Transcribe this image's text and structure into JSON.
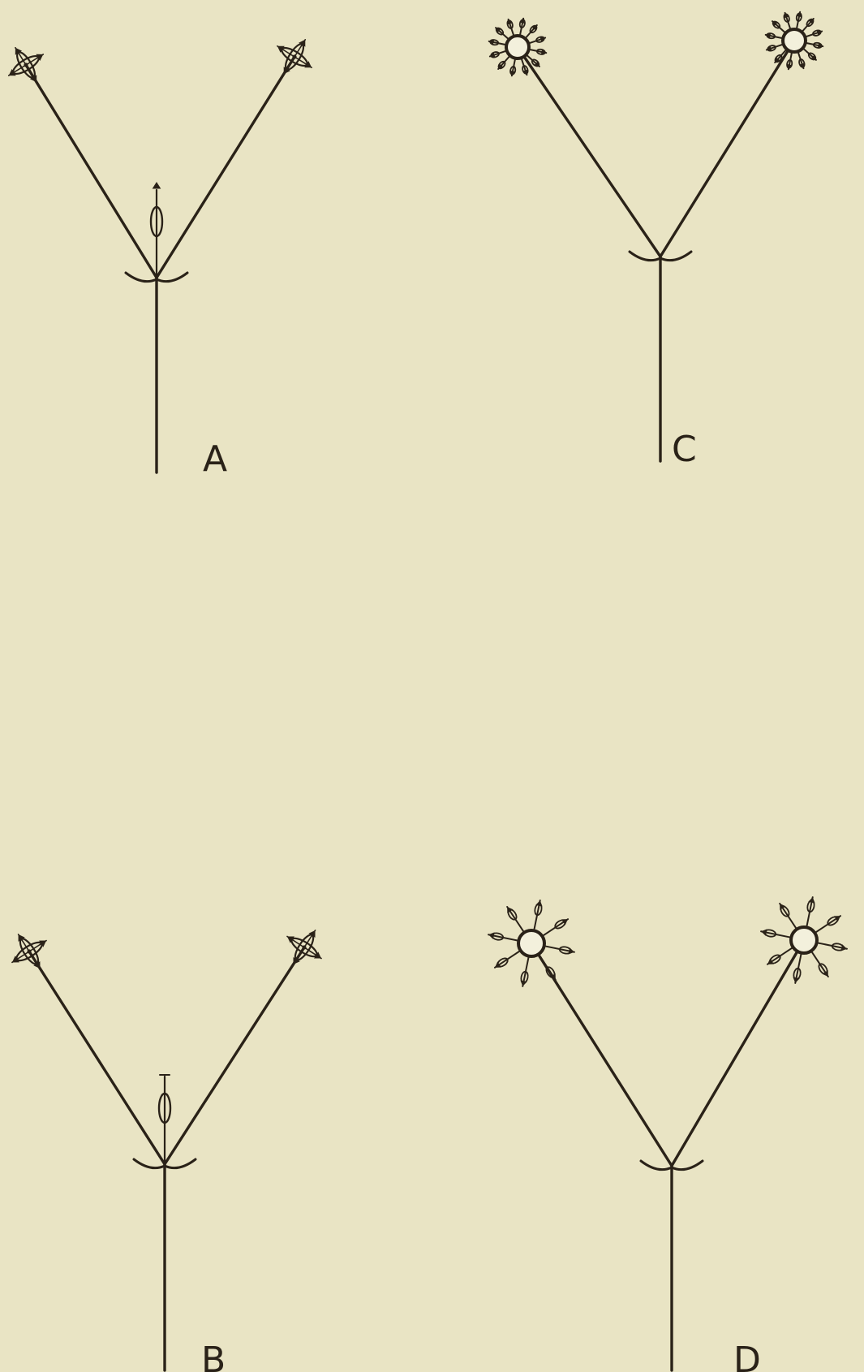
{
  "colors": {
    "paper": "#e9e4c4",
    "ink": "#2a2218"
  },
  "panels": [
    {
      "id": "A",
      "label": "A",
      "flower_type": "two-lobed",
      "has_center_flower": true
    },
    {
      "id": "C",
      "label": "C",
      "flower_type": "rosette-dense",
      "has_center_flower": false
    },
    {
      "id": "B",
      "label": "B",
      "flower_type": "two-lobed",
      "has_center_flower": true
    },
    {
      "id": "D",
      "label": "D",
      "flower_type": "rosette-sparse",
      "has_center_flower": false
    }
  ]
}
